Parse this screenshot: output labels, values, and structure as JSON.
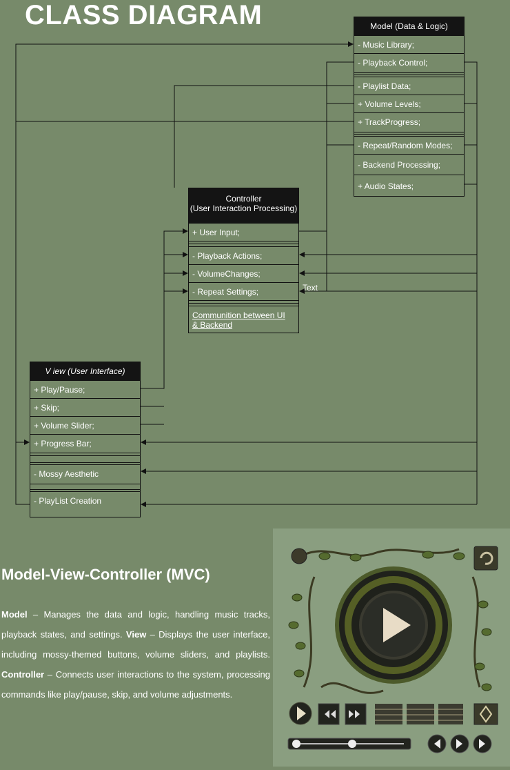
{
  "title": "CLASS DIAGRAM",
  "model": {
    "header": "Model (Data & Logic)",
    "rows": [
      "- Music Library;",
      "- Playback Control;",
      "- Playlist Data;",
      "+ Volume Levels;",
      "+ TrackProgress;",
      "- Repeat/Random Modes;",
      "- Backend Processing;",
      "+ Audio States;"
    ]
  },
  "controller": {
    "header_line1": "Controller",
    "header_line2": "(User Interaction Processing)",
    "rows": [
      "+ User Input;",
      "- Playback Actions;",
      "- VolumeChanges;",
      "- Repeat Settings;"
    ],
    "note_line1": "Communition between UI",
    "note_line2": "& Backend"
  },
  "view": {
    "header": "V iew (User Interface)",
    "rows": [
      "+ Play/Pause;",
      "+ Skip;",
      "+ Volume Slider;",
      "+ Progress Bar;",
      "- Mossy Aesthetic",
      "- PlayList Creation"
    ]
  },
  "text_label": "Text",
  "mvc": {
    "heading": "Model-View-Controller (MVC)",
    "model_term": "Model",
    "model_desc": " – Manages the data and logic, handling music tracks, playback states, and settings. ",
    "view_term": "View",
    "view_desc": " – Displays the user interface, including mossy-themed buttons, volume sliders, and playlists. ",
    "controller_term": "Controller",
    "controller_desc": " – Connects user interactions to the system, processing commands like play/pause, skip, and volume adjustments."
  },
  "colors": {
    "background": "#778a6a",
    "header": "#141414",
    "text": "#ffffff"
  },
  "player_icons": [
    "play-icon",
    "rewind-icon",
    "fast-forward-icon",
    "refresh-icon",
    "previous-icon",
    "next-icon"
  ]
}
